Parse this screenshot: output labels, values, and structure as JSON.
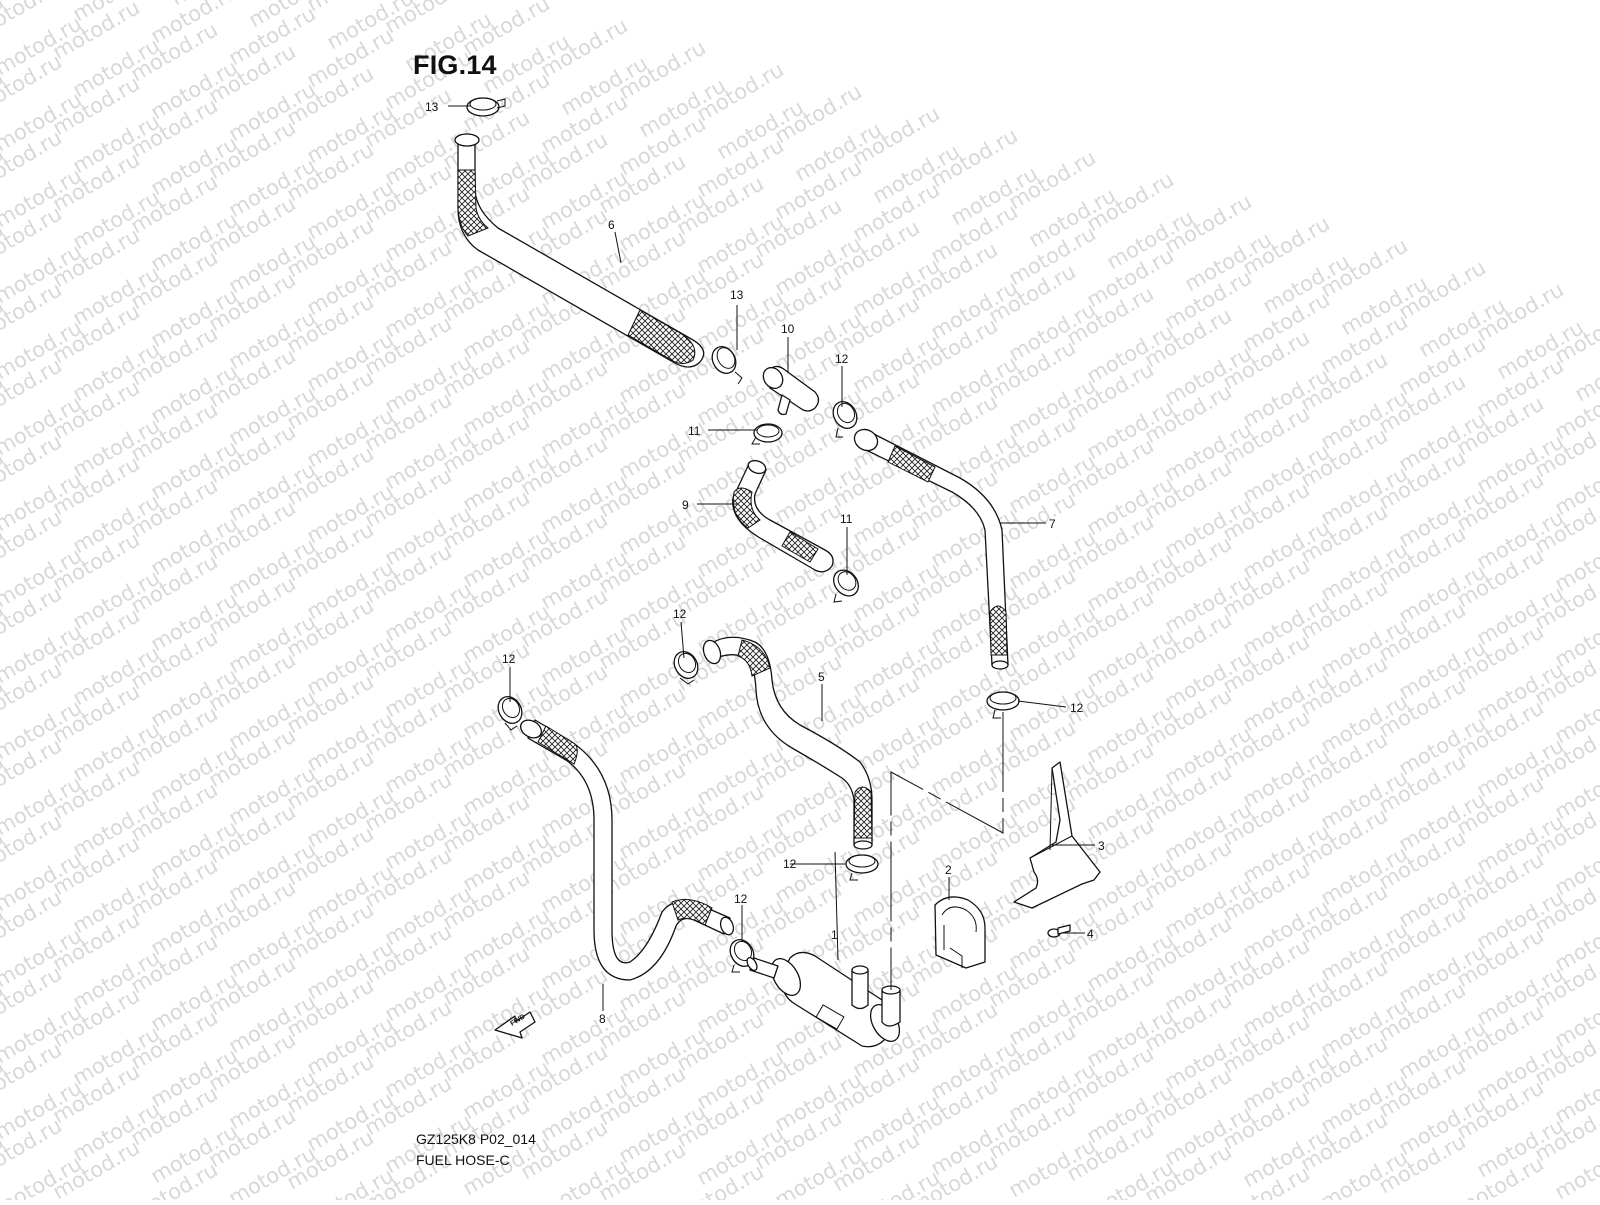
{
  "watermark": "motod.ru",
  "figure": {
    "title": "FIG.14"
  },
  "footer": {
    "code": "GZ125K8 P02_014",
    "name": "FUEL HOSE-C"
  },
  "fwd_marker": "FWD",
  "callouts": {
    "c13_top": "13",
    "c6": "6",
    "c13_mid": "13",
    "c10": "10",
    "c12_a": "12",
    "c11_a": "11",
    "c9": "9",
    "c11_b": "11",
    "c7": "7",
    "c12_b": "12",
    "c12_c": "12",
    "c5": "5",
    "c12_d": "12",
    "c3": "3",
    "c12_e": "12",
    "c2": "2",
    "c12_f": "12",
    "c4": "4",
    "c1": "1",
    "c8": "8"
  }
}
